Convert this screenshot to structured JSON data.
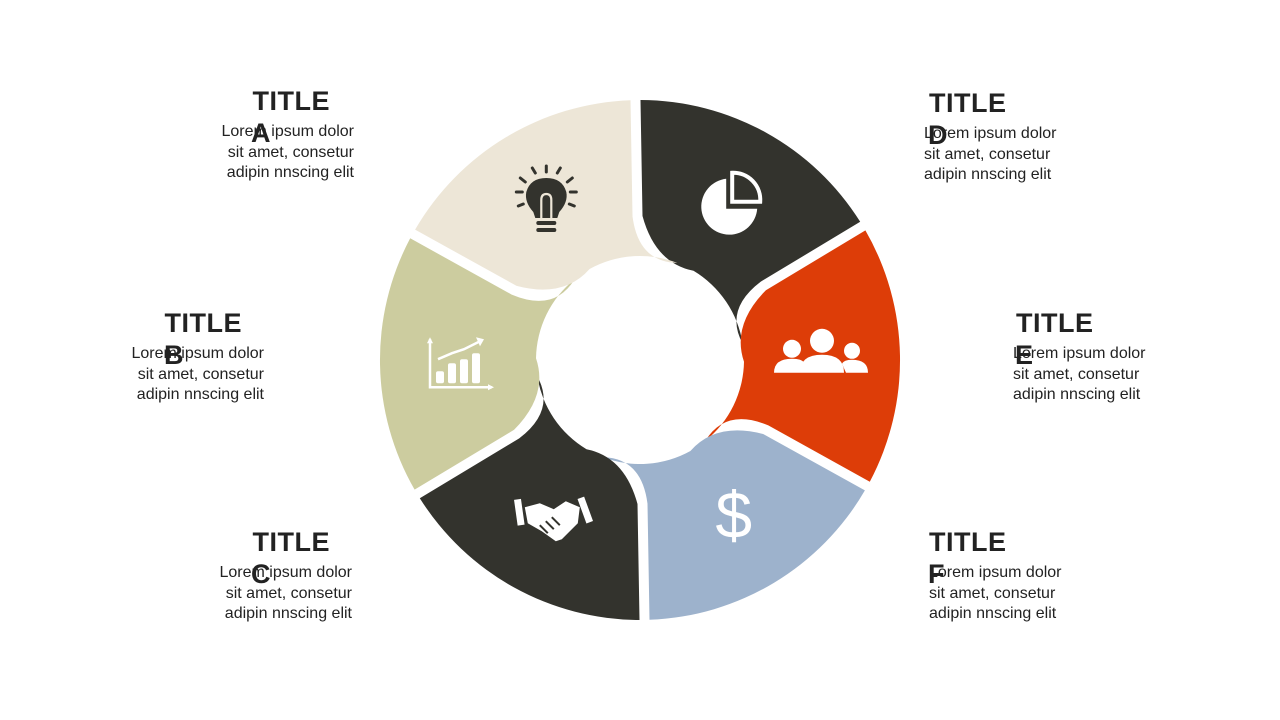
{
  "colors": {
    "dark": "#33332d",
    "orange": "#dd3d08",
    "blue": "#9db2cc",
    "olive": "#cccc9f",
    "beige": "#ede6d7",
    "icon_on_dark": "#ffffff",
    "icon_on_light": "#33332d"
  },
  "segments": [
    {
      "id": "A",
      "icon": "pie-chart-icon",
      "color": "dark"
    },
    {
      "id": "D",
      "icon": "team-icon",
      "color": "orange"
    },
    {
      "id": "E",
      "icon": "dollar-icon",
      "color": "blue"
    },
    {
      "id": "F",
      "icon": "handshake-icon",
      "color": "dark"
    },
    {
      "id": "C",
      "icon": "growth-chart-icon",
      "color": "olive"
    },
    {
      "id": "B",
      "icon": "lightbulb-icon",
      "color": "beige"
    }
  ],
  "items": {
    "A": {
      "title": "TITLE",
      "letter": "A",
      "line1": "Lorem ipsum dolor",
      "line2": "sit amet, consetur",
      "line3": "adipin nnscing elit"
    },
    "B": {
      "title": "TITLE",
      "letter": "B",
      "line1": "Lorem ipsum dolor",
      "line2": "sit amet, consetur",
      "line3": "adipin nnscing elit"
    },
    "C": {
      "title": "TITLE",
      "letter": "C",
      "line1": "Lorem ipsum dolor",
      "line2": "sit amet, consetur",
      "line3": "adipin nnscing elit"
    },
    "D": {
      "title": "TITLE",
      "letter": "D",
      "line1": "Lorem ipsum dolor",
      "line2": "sit amet, consetur",
      "line3": "adipin nnscing elit"
    },
    "E": {
      "title": "TITLE",
      "letter": "E",
      "line1": "Lorem ipsum dolor",
      "line2": "sit amet, consetur",
      "line3": "adipin nnscing elit"
    },
    "F": {
      "title": "TITLE",
      "letter": "F",
      "line1": "Lorem ipsum dolor",
      "line2": "sit amet, consetur",
      "line3": "adipin nnscing elit"
    }
  }
}
